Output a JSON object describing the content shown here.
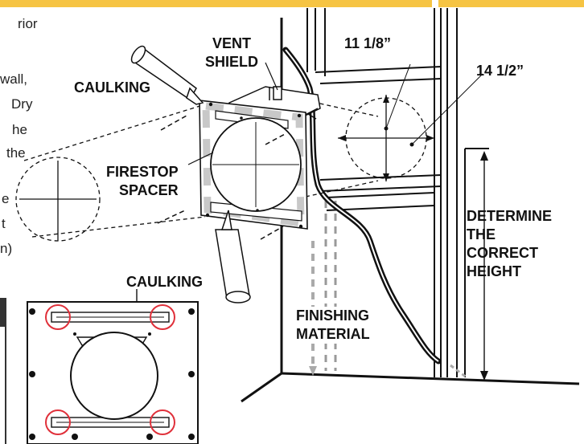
{
  "colors": {
    "accent_bar": "#f6c443",
    "line": "#111111",
    "spacer_gray": "#c8c8c8",
    "highlight_circle": "#e0303a"
  },
  "left_text_fragments": [
    "rior",
    "wall,",
    "Dry",
    "he",
    "the",
    "e",
    "t",
    "n)"
  ],
  "labels": {
    "vent_shield": [
      "VENT",
      "SHIELD"
    ],
    "caulking_top": "CAULKING",
    "caulking_bottom": "CAULKING",
    "firestop_spacer": [
      "FIRESTOP",
      "SPACER"
    ],
    "dim_width": "11 1/8”",
    "dim_height": "14 1/2”",
    "determine_height": [
      "DETERMINE",
      "THE",
      "CORRECT",
      "HEIGHT"
    ],
    "finishing_material": [
      "FINISHING",
      "MATERIAL"
    ]
  },
  "inset": {
    "highlight_circles": 4,
    "screws": 10
  }
}
